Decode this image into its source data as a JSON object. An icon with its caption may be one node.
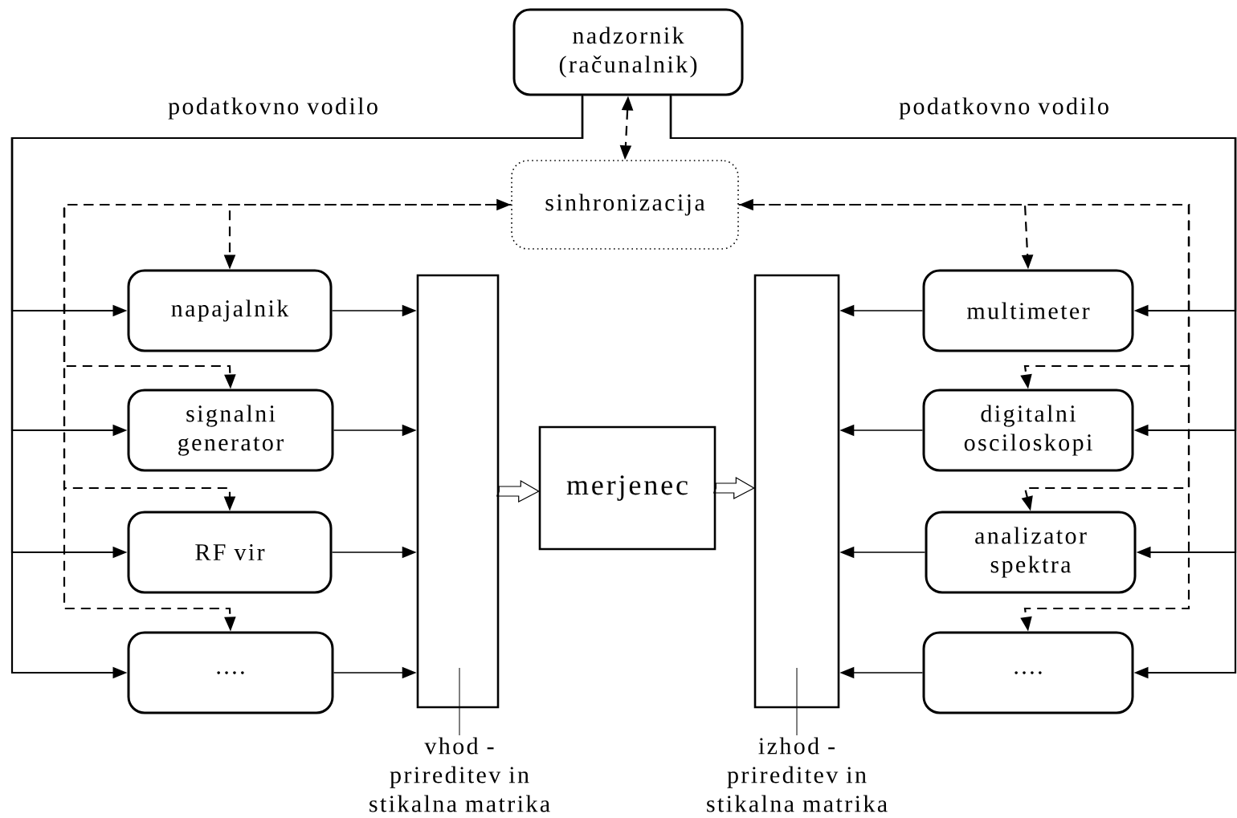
{
  "diagram": {
    "nodes": [
      {
        "text": [
          "nadzornik (računalnik)"
        ]
      },
      {
        "text": [
          "sinhronizacija"
        ]
      },
      {
        "text": [
          "napajalnik"
        ]
      },
      {
        "text": [
          "signalni generator"
        ]
      },
      {
        "text": [
          "RF vir"
        ]
      },
      {
        "text": [
          "...."
        ]
      },
      {
        "text": [],
        "shape": "bar"
      },
      {
        "text": [
          "vhod - prireditev in stikalna matrika"
        ]
      },
      {
        "text": [
          "merjenec"
        ]
      },
      {
        "text": [],
        "shape": "bar"
      },
      {
        "text": [
          "izhod - prireditev in stikalna matrika"
        ]
      },
      {
        "text": [
          "multimeter"
        ]
      },
      {
        "text": [
          "digitalni osciloskopi"
        ]
      },
      {
        "text": [
          "analizator spektra"
        ]
      },
      {
        "text": [
          "...."
        ]
      }
    ],
    "edges": [
      {
        "from": 0,
        "to": 2,
        "arrow": "to"
      },
      {
        "from": 0,
        "to": 3,
        "arrow": "to"
      },
      {
        "from": 0,
        "to": 4,
        "arrow": "to"
      },
      {
        "from": 0,
        "to": 5,
        "arrow": "to"
      },
      {
        "from": 0,
        "to": 11,
        "arrow": "to"
      },
      {
        "from": 0,
        "to": 12,
        "arrow": "to"
      },
      {
        "from": 0,
        "to": 13,
        "arrow": "to"
      },
      {
        "from": 0,
        "to": 14,
        "arrow": "to"
      },
      {
        "from": 0,
        "to": 1,
        "arrow": "both",
        "style": "dashed"
      },
      {
        "from": 1,
        "to": 2,
        "arrow": "both",
        "style": "dashed"
      },
      {
        "from": 1,
        "to": 3,
        "arrow": "both",
        "style": "dashed"
      },
      {
        "from": 1,
        "to": 4,
        "arrow": "both",
        "style": "dashed"
      },
      {
        "from": 1,
        "to": 5,
        "arrow": "both",
        "style": "dashed"
      },
      {
        "from": 1,
        "to": 11,
        "arrow": "both",
        "style": "dashed"
      },
      {
        "from": 1,
        "to": 12,
        "arrow": "both",
        "style": "dashed"
      },
      {
        "from": 1,
        "to": 13,
        "arrow": "both",
        "style": "dashed"
      },
      {
        "from": 1,
        "to": 14,
        "arrow": "both",
        "style": "dashed"
      },
      {
        "from": 2,
        "to": 6,
        "arrow": "to"
      },
      {
        "from": 3,
        "to": 6,
        "arrow": "to"
      },
      {
        "from": 4,
        "to": 6,
        "arrow": "to"
      },
      {
        "from": 5,
        "to": 6,
        "arrow": "to"
      },
      {
        "from": 6,
        "to": 8,
        "arrow": "to",
        "style": "thick"
      },
      {
        "from": 8,
        "to": 9,
        "arrow": "to",
        "style": "thick"
      },
      {
        "from": 11,
        "to": 9,
        "arrow": "to"
      },
      {
        "from": 12,
        "to": 9,
        "arrow": "to"
      },
      {
        "from": 13,
        "to": 9,
        "arrow": "to"
      },
      {
        "from": 14,
        "to": 9,
        "arrow": "to"
      },
      {
        "from": 7,
        "to": 6,
        "arrow": "none"
      },
      {
        "from": 10,
        "to": 9,
        "arrow": "none"
      }
    ],
    "labels": [
      "podatkovno vodilo",
      "podatkovno vodilo"
    ]
  }
}
